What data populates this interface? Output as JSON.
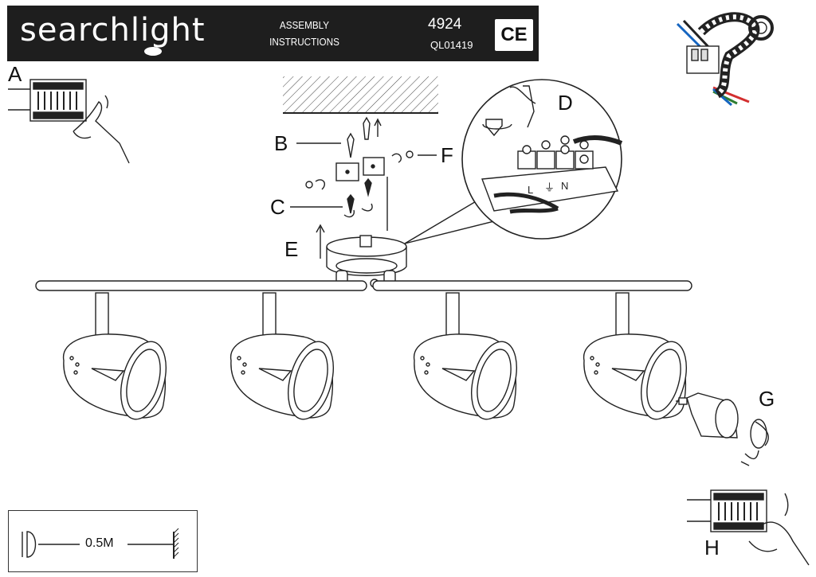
{
  "header": {
    "brand": "searchlight",
    "doc_line1": "ASSEMBLY",
    "doc_line2": "INSTRUCTIONS",
    "model": "4924",
    "code": "QL01419",
    "ce_mark": "CE"
  },
  "steps": {
    "a": "A",
    "b": "B",
    "c": "C",
    "d": "D",
    "e": "E",
    "f": "F",
    "g": "G",
    "h": "H"
  },
  "terminal_labels": [
    "L",
    "⏚",
    "N"
  ],
  "distance": {
    "value": "0.5M"
  },
  "colors": {
    "header_bg": "#1e1e1e",
    "line": "#222222",
    "wire_red": "#d32f2f",
    "wire_green": "#2e7d32",
    "wire_blue": "#1565c0"
  }
}
